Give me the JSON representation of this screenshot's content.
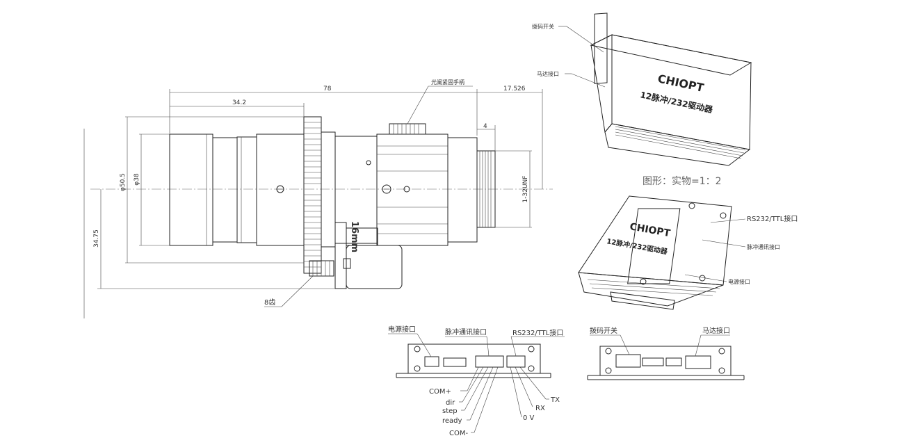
{
  "lens": {
    "dim_78": "78",
    "dim_34_2": "34.2",
    "dim_17_526": "17.526",
    "dim_4": "4",
    "dim_phi50_5": "φ50.5",
    "dim_phi38": "φ38",
    "dim_thread": "1-32UNF",
    "dim_34_75": "34.75",
    "label_aperture_handle": "光阑紧固手柄",
    "label_gear": "8齿",
    "barrel_text": "16mm"
  },
  "driver_iso_top": {
    "brand": "CHIOPT",
    "model": "12脉冲/232驱动器",
    "label_dip_switch": "拨码开关",
    "label_motor_port": "马达接口"
  },
  "caption": "图形：实物=1：2",
  "driver_iso_bottom": {
    "brand": "CHIOPT",
    "model": "12脉冲/232驱动器",
    "label_rs232": "RS232/TTL接口",
    "label_pulse": "脉冲通讯接口",
    "label_power": "电源接口"
  },
  "front_view": {
    "label_power": "电源接口",
    "label_pulse": "脉冲通讯接口",
    "label_rs232": "RS232/TTL接口",
    "pins_left": [
      "COM+",
      "dir",
      "step",
      "ready",
      "COM-"
    ],
    "pins_right": [
      "TX",
      "RX",
      "0 V"
    ]
  },
  "back_view": {
    "label_dip_switch": "拨码开关",
    "label_motor_port": "马达接口"
  }
}
